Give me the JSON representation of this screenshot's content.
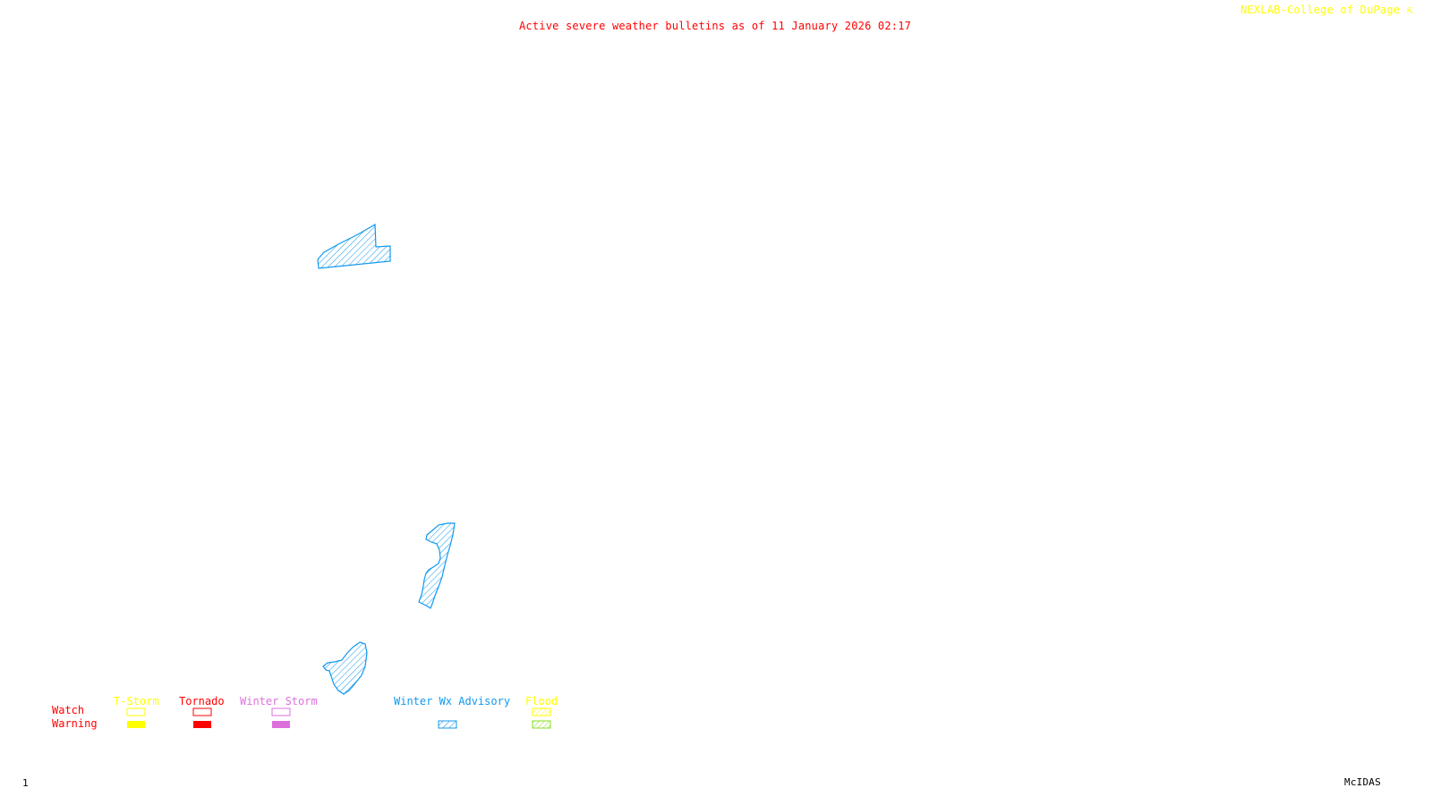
{
  "header": {
    "title": "Active severe weather bulletins as of 11 January 2026 02:17",
    "credit": "NEXLAB-College of DuPage"
  },
  "footer": {
    "frame_number": "1",
    "software": "McIDAS"
  },
  "colors": {
    "title": "#ff0000",
    "credit": "#ffff00",
    "tstorm": "#ffff00",
    "tornado": "#ff0000",
    "winter_storm": "#dd6fdd",
    "winter_wx_advisory": "#1199ee",
    "flood_watch": "#ffff00",
    "flood_warning": "#88dd22"
  },
  "legend": {
    "row_labels": {
      "watch": "Watch",
      "warning": "Warning"
    },
    "categories": [
      {
        "key": "tstorm",
        "label": "T-Storm",
        "watch_style": "outline",
        "warning_style": "filled"
      },
      {
        "key": "tornado",
        "label": "Tornado",
        "watch_style": "outline",
        "warning_style": "filled"
      },
      {
        "key": "winter_storm",
        "label": "Winter Storm",
        "watch_style": "outline",
        "warning_style": "filled"
      },
      {
        "key": "winter_wx_advisory",
        "label": "Winter Wx Advisory",
        "watch_style": "none",
        "warning_style": "hatched"
      },
      {
        "key": "flood",
        "label": "Flood",
        "watch_style": "hatched",
        "warning_style": "hatched"
      }
    ]
  },
  "bulletins": [
    {
      "type": "Winter Wx Advisory",
      "region": "northwest"
    },
    {
      "type": "Winter Wx Advisory",
      "region": "coastal-central"
    },
    {
      "type": "Winter Wx Advisory",
      "region": "southwest"
    }
  ]
}
